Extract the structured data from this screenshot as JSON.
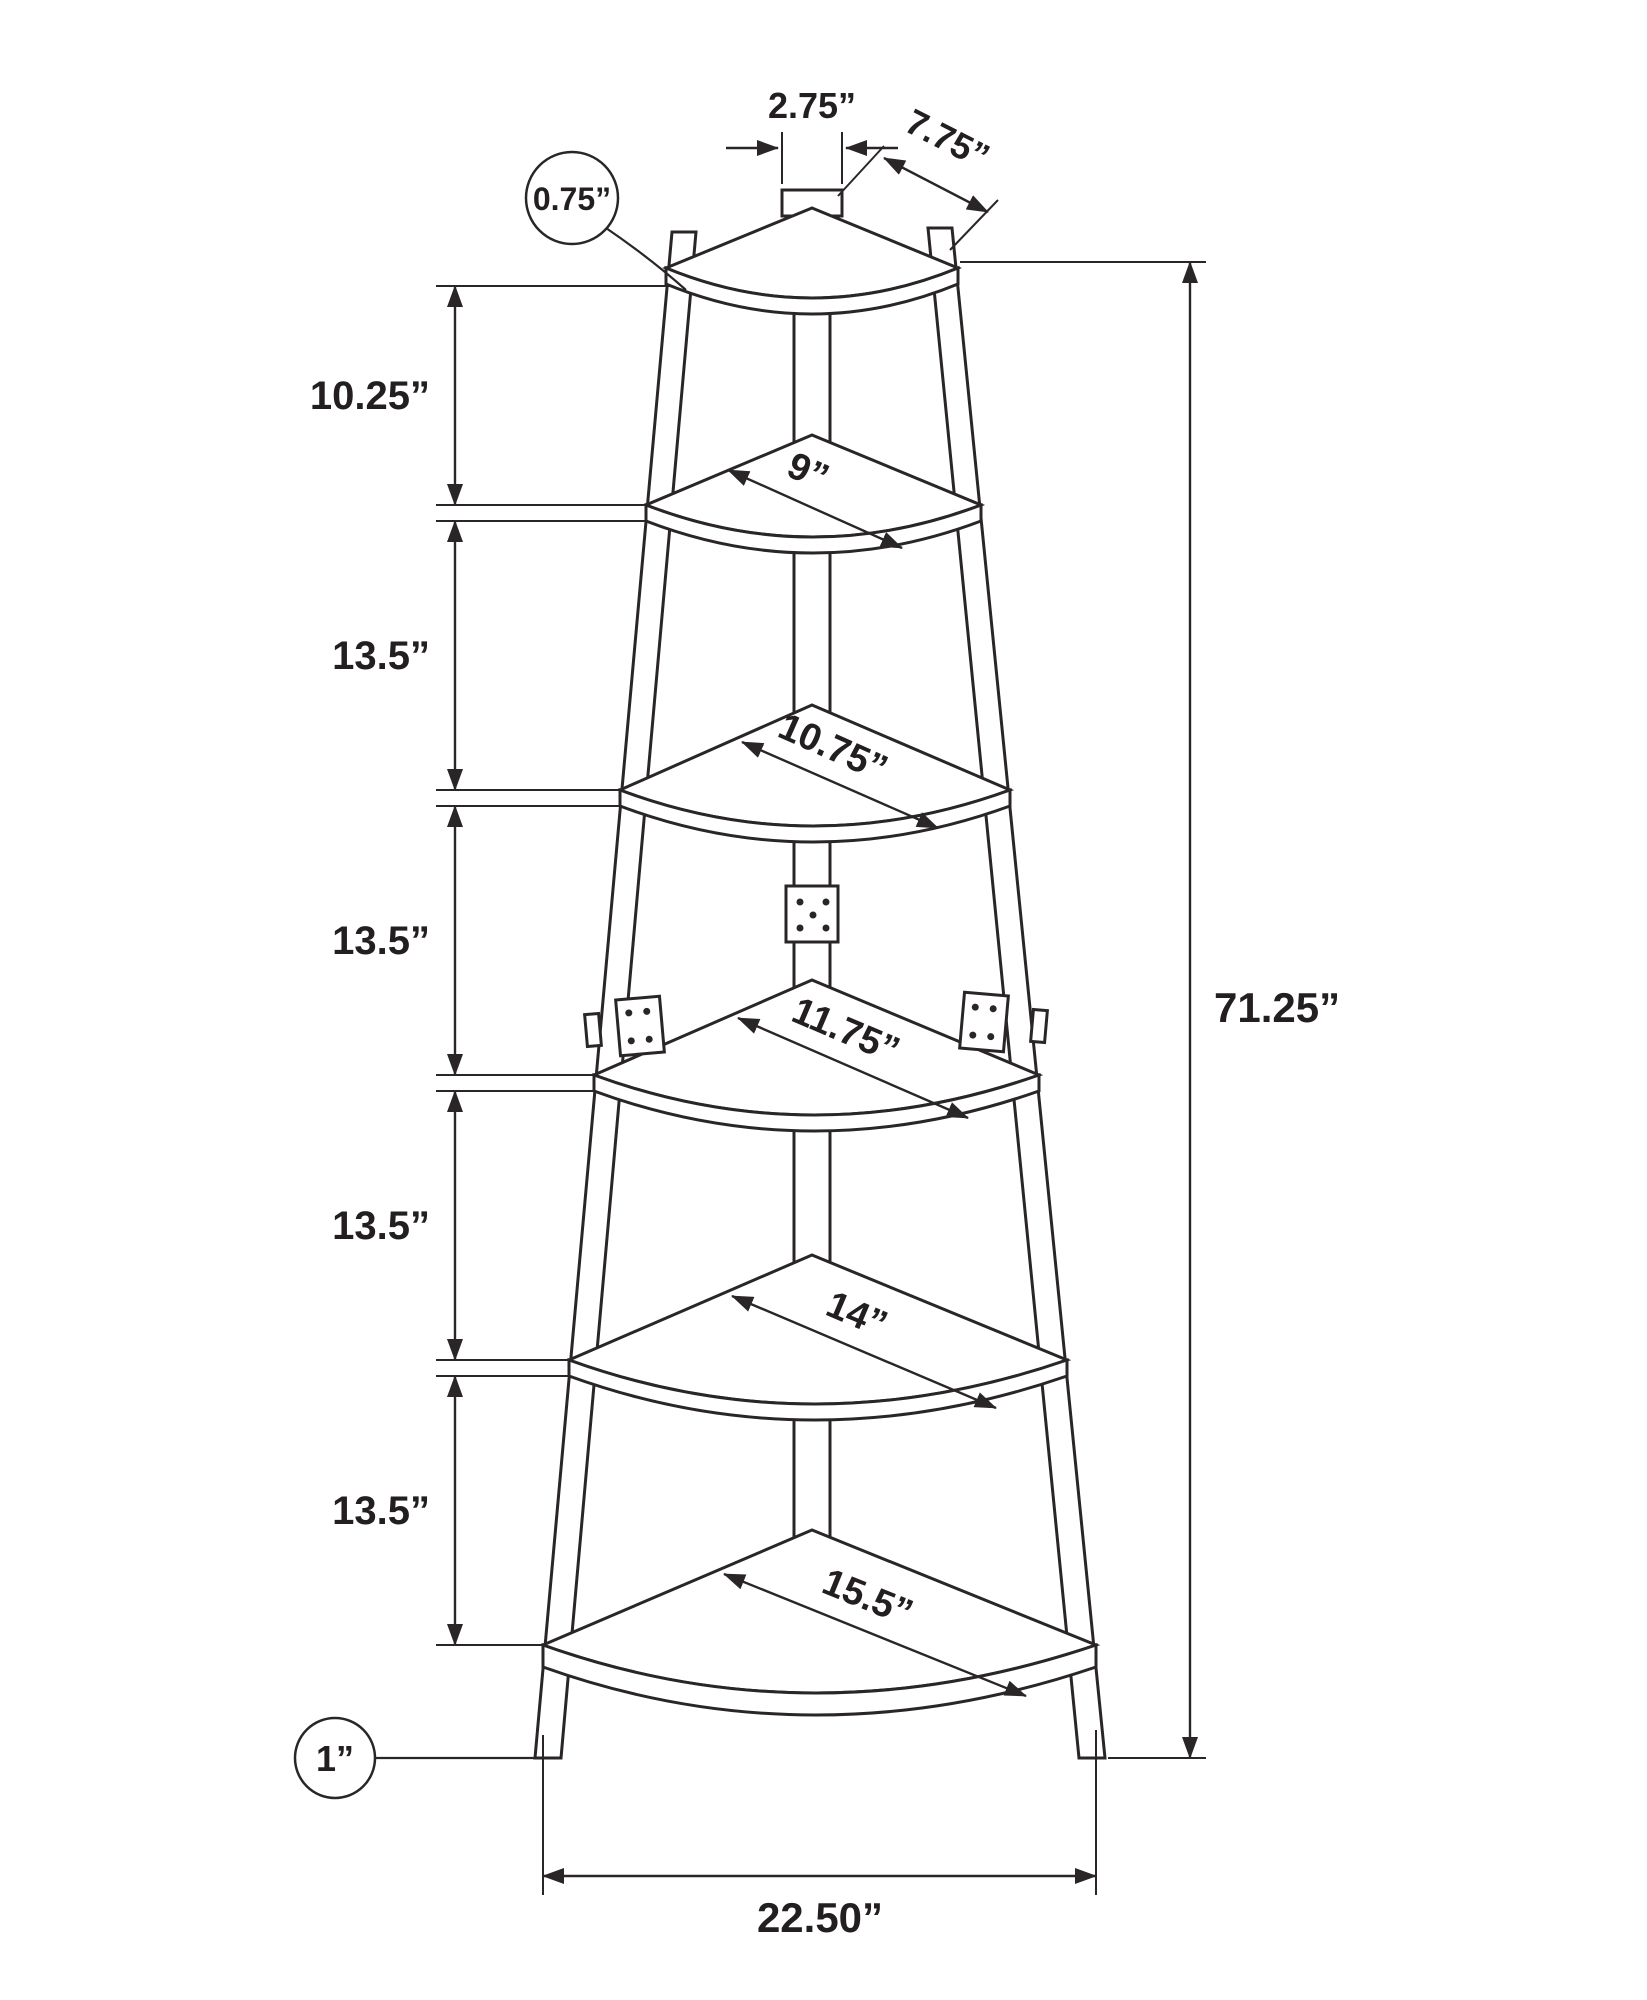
{
  "diagram": {
    "type": "technical-dimension-drawing",
    "subject": "corner ladder etagere bookcase with 6 quarter-round shelves",
    "line_color": "#2a2627",
    "background": "#ffffff",
    "labels": {
      "top_post_width": "2.75”",
      "top_shelf_depth": "7.75”",
      "shelf_thickness_callout": "0.75”",
      "spacing_1": "10.25”",
      "spacing_2": "13.5”",
      "spacing_3": "13.5”",
      "spacing_4": "13.5”",
      "spacing_5": "13.5”",
      "shelf_2_depth": "9”",
      "shelf_3_depth": "10.75”",
      "shelf_4_depth": "11.75”",
      "shelf_5_depth": "14”",
      "shelf_6_depth": "15.5”",
      "overall_height": "71.25”",
      "base_width": "22.50”",
      "base_thickness_callout": "1”"
    }
  }
}
